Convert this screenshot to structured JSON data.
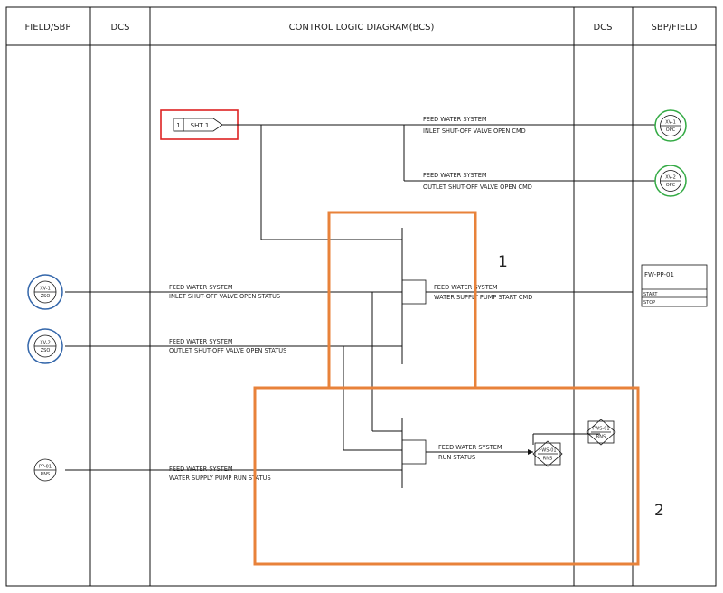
{
  "headers": {
    "field_sbp": "FIELD/SBP",
    "dcs_left": "DCS",
    "logic": "CONTROL LOGIC DIAGRAM(BCS)",
    "dcs_right": "DCS",
    "sbp_field": "SBP/FIELD"
  },
  "sheet_ref": {
    "num": "1",
    "text": "SHT 1"
  },
  "output_signals": [
    {
      "system": "FEED WATER SYSTEM",
      "desc": "INLET SHUT-OFF VALVE OPEN CMD",
      "tag_top": "XV-1",
      "tag_bottom": "OPC"
    },
    {
      "system": "FEED WATER SYSTEM",
      "desc": "OUTLET SHUT-OFF VALVE OPEN CMD",
      "tag_top": "XV-2",
      "tag_bottom": "OPC"
    }
  ],
  "input_signals": [
    {
      "system": "FEED WATER SYSTEM",
      "desc": "INLET SHUT-OFF VALVE OPEN STATUS",
      "tag_top": "XV-1",
      "tag_bottom": "ZSO"
    },
    {
      "system": "FEED WATER SYSTEM",
      "desc": "OUTLET SHUT-OFF VALVE OPEN STATUS",
      "tag_top": "XV-2",
      "tag_bottom": "ZSO"
    },
    {
      "system": "FEED WATER SYSTEM",
      "desc": "WATER SUPPLY PUMP RUN STATUS",
      "tag_top": "PP-01",
      "tag_bottom": "RNS"
    }
  ],
  "pump_start": {
    "system": "FEED WATER SYSTEM",
    "desc": "WATER SUPPLY PUMP START CMD"
  },
  "run_status": {
    "system": "FEED WATER SYSTEM",
    "desc": "RUN STATUS"
  },
  "pump_box": {
    "title": "FW-PP-01",
    "row1": "START",
    "row2": "STOP"
  },
  "run_tag": {
    "top": "FWS-01",
    "bottom": "RNS"
  },
  "sbp_tag": {
    "top": "FWS-01",
    "bottom": "RNS"
  },
  "annotations": [
    "1",
    "2"
  ],
  "colors": {
    "sheet_ref_box": "#dd2222",
    "output_circle": "#33aa44",
    "input_circle": "#3366aa",
    "highlight_box": "#e8823a"
  }
}
